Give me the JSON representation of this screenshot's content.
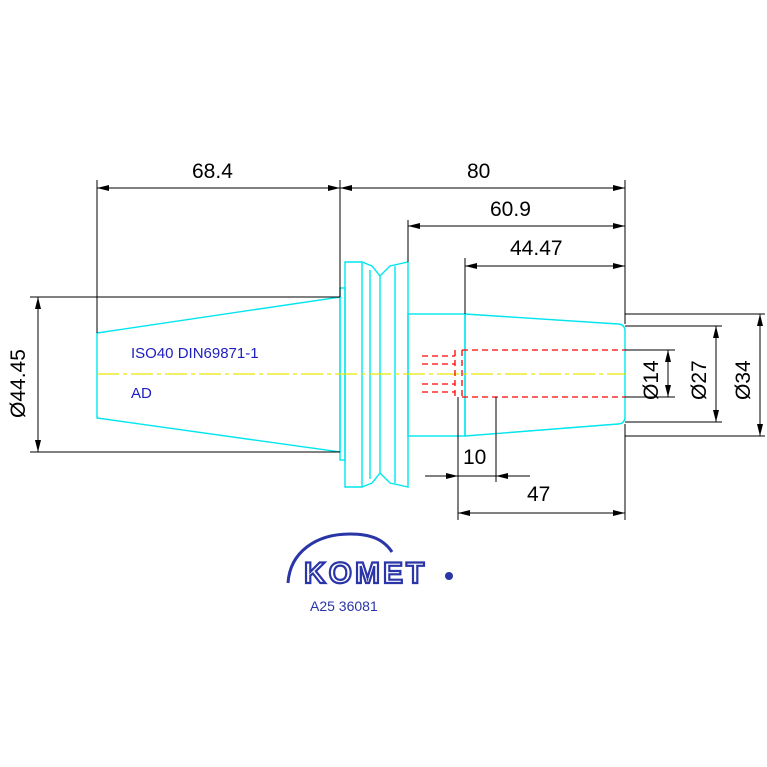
{
  "dimensions": {
    "d68_4": "68.4",
    "d80": "80",
    "d60_9": "60.9",
    "d44_47": "44.47",
    "d10": "10",
    "d47": "47",
    "dia44_45": "Ø44.45",
    "dia14": "Ø14",
    "dia27": "Ø27",
    "dia34": "Ø34"
  },
  "notes": {
    "standard": "ISO40 DIN69871-1",
    "variant": "AD"
  },
  "logo": {
    "brand": "KOMET",
    "part_number": "A25 36081"
  },
  "colors": {
    "outline": "#00e5ee",
    "centerline": "#e6e600",
    "bore": "#ff0000",
    "dimension": "#000000",
    "note": "#2020c0",
    "logo": "#2a35a8"
  }
}
